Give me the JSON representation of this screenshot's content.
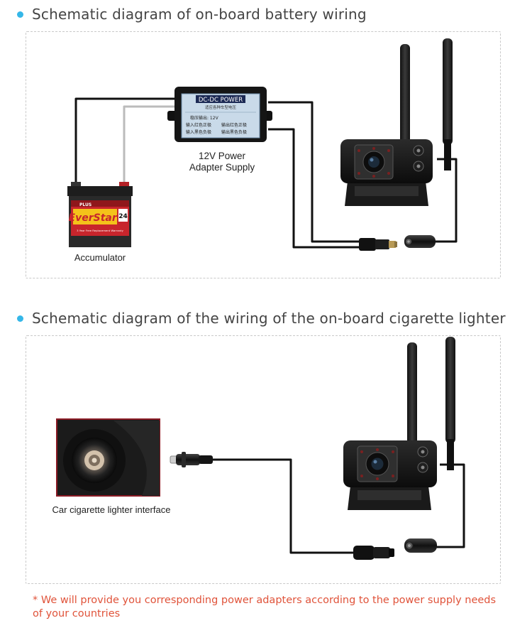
{
  "section1": {
    "title": "Schematic diagram of on-board battery wiring",
    "adapter_label": "12V Power\nAdapter Supply",
    "adapter_box": {
      "header": "DC-DC POWER",
      "subheader": "适应各种车型电压",
      "line1": "稳压输出: 12V",
      "line2a": "输入红色正极",
      "line2b": "输出红色正极",
      "line3a": "输入黑色负极",
      "line3b": "输出黑色负极"
    },
    "battery_label": "Accumulator",
    "battery_brand_top": "PLUS",
    "battery_brand": "EverStart",
    "battery_number": "24",
    "battery_sub": "3 Year Free Replacement Warranty"
  },
  "section2": {
    "title": "Schematic diagram of the wiring of the on-board cigarette lighter",
    "lighter_label": "Car cigarette lighter interface"
  },
  "note": "* We will provide you corresponding power adapters according to the power supply needs of your countries",
  "colors": {
    "bullet": "#35b7e8",
    "note": "#e0533a",
    "wire": "#111111",
    "wire_gray": "#bbbbbb",
    "battery_red": "#c8252c"
  }
}
